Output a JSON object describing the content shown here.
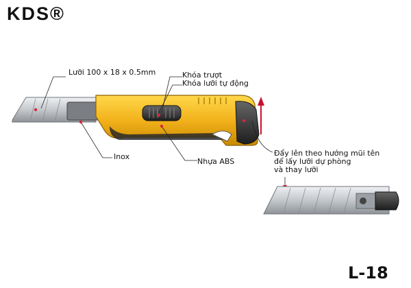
{
  "brand": "KDS®",
  "model": "L-18",
  "labels": {
    "blade": "Lưỡi 100 x 18 x 0.5mm",
    "slide_lock": "Khóa trượt",
    "auto_lock": "Khóa lưỡi tự động",
    "inox": "Inox",
    "abs": "Nhựa ABS",
    "instruction_1": "Đẩy lên theo hướng mũi tên",
    "instruction_2": "để lấy lưỡi dự phòng",
    "instruction_3": "và thay lưỡi"
  },
  "colors": {
    "body": "#f2b21c",
    "grip": "#3a3a3a",
    "blade": "#c9cdd1",
    "marker": "#d6283a",
    "arrow": "#c8102e"
  }
}
